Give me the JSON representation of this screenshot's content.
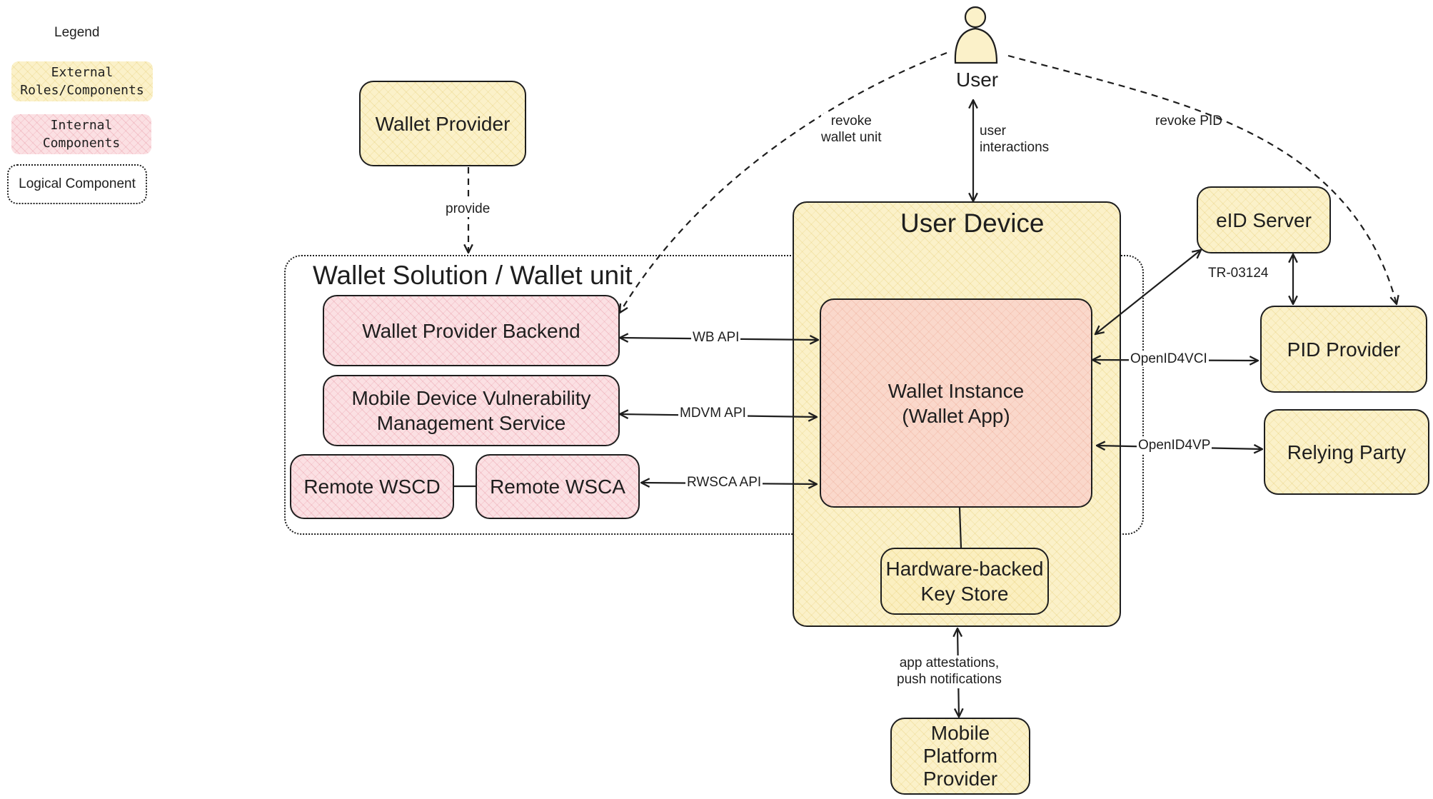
{
  "legend": {
    "title": "Legend",
    "external": "External\nRoles/Components",
    "internal": "Internal\nComponents",
    "logical": "Logical Component"
  },
  "user": {
    "label": "User"
  },
  "groups": {
    "wallet_solution": "Wallet Solution / Wallet unit",
    "user_device": "User Device"
  },
  "boxes": {
    "wallet_provider": "Wallet Provider",
    "wallet_provider_backend": "Wallet Provider Backend",
    "mdvm": "Mobile Device Vulnerability\nManagement Service",
    "remote_wscd": "Remote WSCD",
    "remote_wsca": "Remote WSCA",
    "wallet_instance": "Wallet Instance\n(Wallet App)",
    "key_store": "Hardware-backed\nKey Store",
    "mobile_platform_provider": "Mobile\nPlatform\nProvider",
    "eid_server": "eID Server",
    "pid_provider": "PID Provider",
    "relying_party": "Relying Party"
  },
  "edges": {
    "provide": "provide",
    "revoke_wallet_unit": "revoke\nwallet unit",
    "user_interactions": "user\ninteractions",
    "revoke_pid": "revoke PID",
    "wb_api": "WB API",
    "mdvm_api": "MDVM API",
    "rwsca_api": "RWSCA API",
    "tr03124": "TR-03124",
    "openid4vci": "OpenID4VCI",
    "openid4vp": "OpenID4VP",
    "attestations": "app attestations,\npush notifications"
  },
  "colors": {
    "external": "#fbf1c9",
    "internal": "#fbe0e3",
    "wallet_instance": "#fad8cb",
    "stroke": "#1e1e1e"
  }
}
